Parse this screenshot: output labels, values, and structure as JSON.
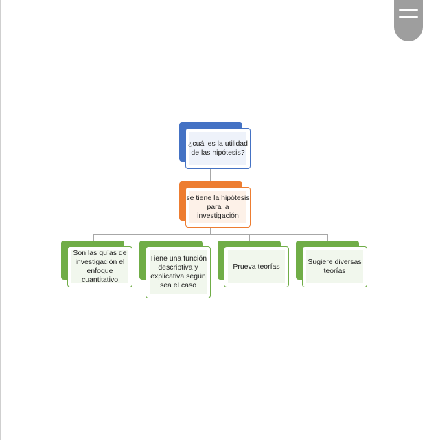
{
  "menu": {
    "icon": "hamburger-menu-icon"
  },
  "diagram": {
    "root": {
      "text": "¿cuál es la utilidad de las hipótesis?",
      "accent": "#4472c4",
      "fill": "#eef2fa"
    },
    "middle": {
      "text": "se tiene la hipótesis para la investigación",
      "accent": "#ed7d31",
      "fill": "#fdf1e8"
    },
    "children": [
      {
        "text": "Son las guías de investigación el enfoque cuantitativo",
        "accent": "#70ad47",
        "fill": "#f1f7ed"
      },
      {
        "text": "Tiene una función descriptiva y explicativa según sea el caso",
        "accent": "#70ad47",
        "fill": "#f1f7ed"
      },
      {
        "text": "Prueva teorías",
        "accent": "#70ad47",
        "fill": "#f1f7ed"
      },
      {
        "text": "Sugiere diversas teorías",
        "accent": "#70ad47",
        "fill": "#f1f7ed"
      }
    ],
    "connector_color": "#a7a7a7"
  }
}
